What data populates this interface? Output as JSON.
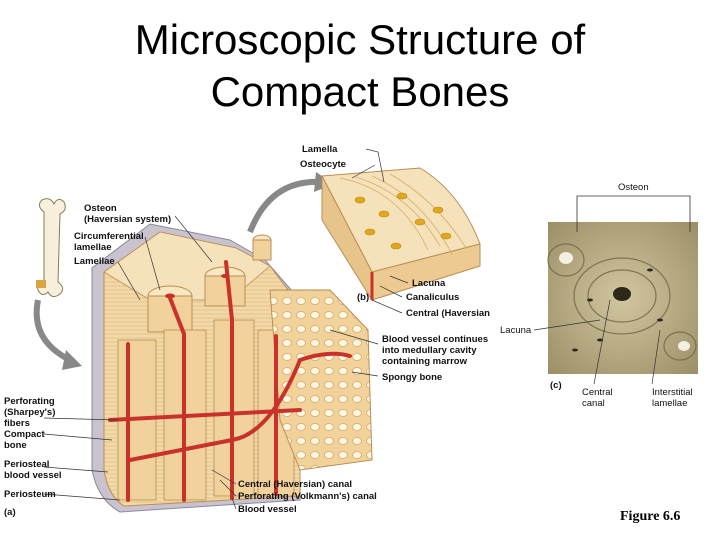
{
  "title": {
    "line1": "Microscopic Structure of",
    "line2": "Compact Bones"
  },
  "figure_label": "Figure 6.6",
  "panel_a": {
    "panel_letter": "(a)",
    "osteon_label": "Osteon",
    "osteon_sub": "(Haversian system)",
    "circumferential": "Circumferential",
    "lamellae": "lamellae",
    "lamellae_label": "Lamellae",
    "perforating_1": "Perforating",
    "perforating_2": "(Sharpey's)",
    "perforating_3": "fibers",
    "compact_1": "Compact",
    "compact_2": "bone",
    "periosteal_1": "Periosteal",
    "periosteal_2": "blood vessel",
    "periosteum": "Periosteum",
    "central_canal": "Central (Haversian) canal",
    "volkmann": "Perforating (Volkmann's) canal",
    "blood_vessel": "Blood vessel",
    "bv_cont_1": "Blood vessel continues",
    "bv_cont_2": "into medullary cavity",
    "bv_cont_3": "containing marrow",
    "spongy": "Spongy bone"
  },
  "panel_b": {
    "panel_letter": "(b)",
    "lamella": "Lamella",
    "osteocyte": "Osteocyte",
    "lacuna": "Lacuna",
    "canaliculus": "Canaliculus",
    "central": "Central (Haversian"
  },
  "panel_c": {
    "panel_letter": "(c)",
    "osteon": "Osteon",
    "lacuna": "Lacuna",
    "central_1": "Central",
    "central_2": "canal",
    "interstitial_1": "Interstitial",
    "interstitial_2": "lamellae"
  },
  "colors": {
    "bone": "#f3d9a8",
    "bone_dark": "#e2b97a",
    "vessel": "#c8322a",
    "osteocyte": "#e0a81c",
    "micrograph": "#bdb08a"
  }
}
